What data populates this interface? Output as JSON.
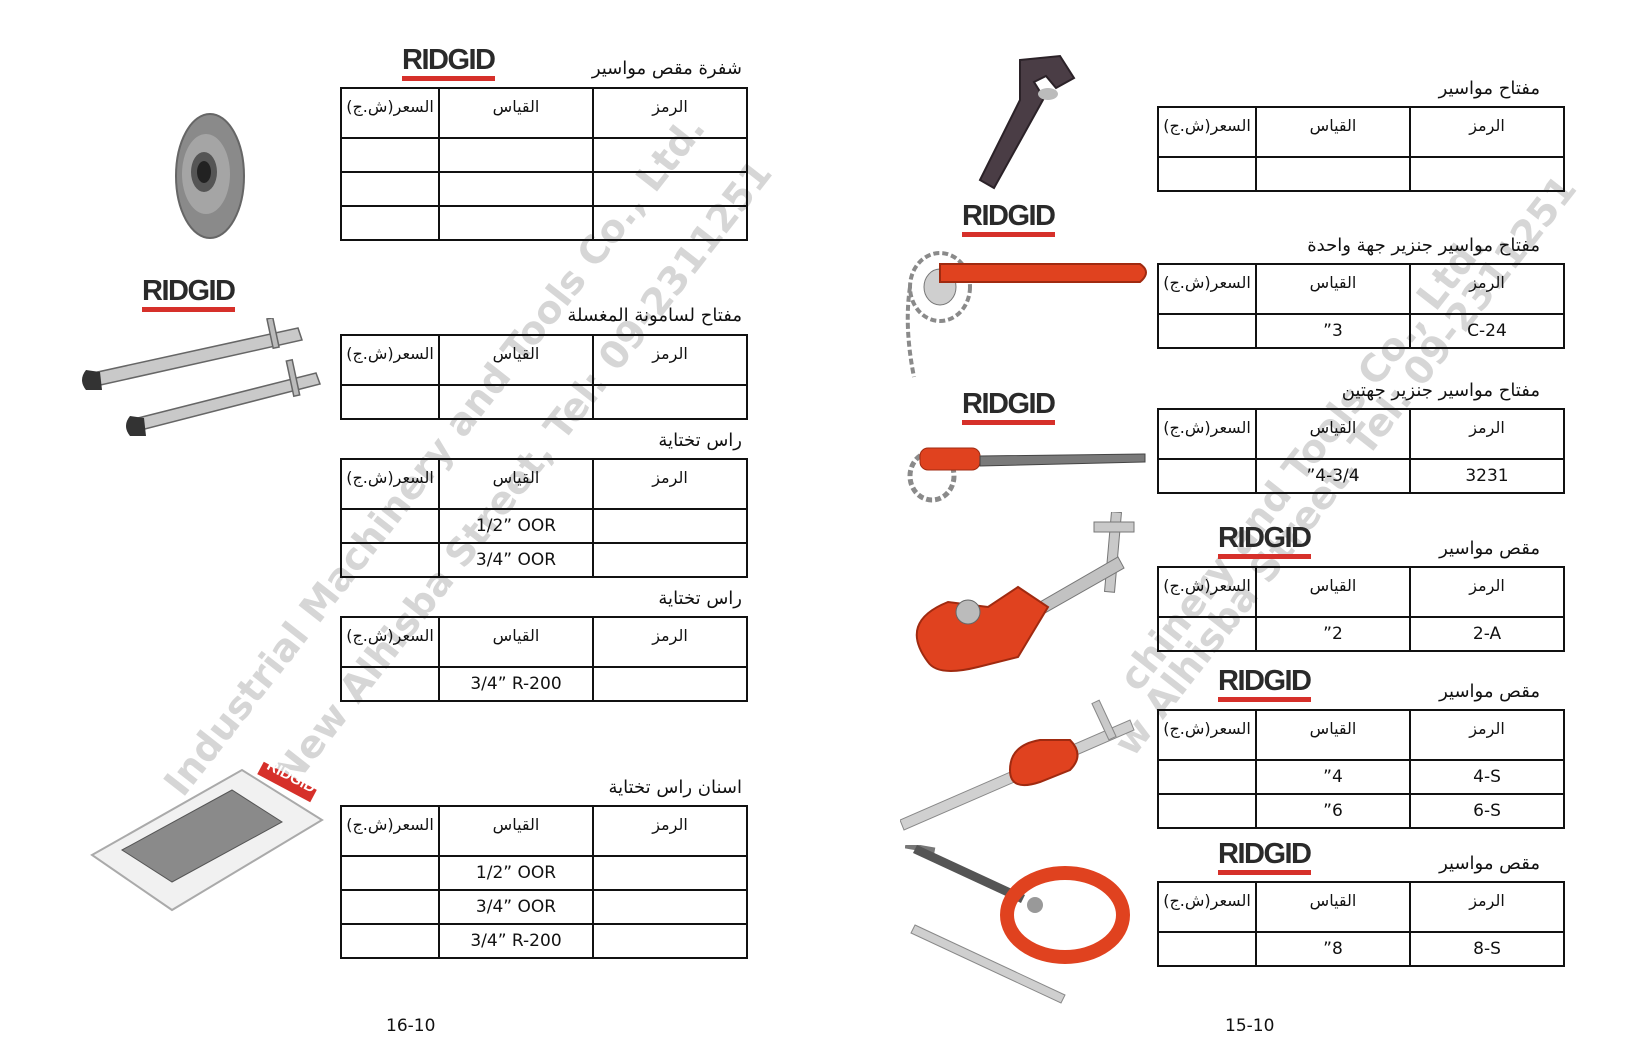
{
  "brand": "RIDGID",
  "headers": {
    "code": "الرمز",
    "size": "القياس",
    "price": "السعر(ش.ج)"
  },
  "left_page": {
    "page_number": "16-10",
    "sections": [
      {
        "title": "شفرة مقص مواسير",
        "rows": [
          [
            "",
            ""
          ],
          [
            "",
            ""
          ],
          [
            "",
            ""
          ]
        ]
      },
      {
        "title": "مفتاح لسامونة المغسلة",
        "rows": [
          [
            "",
            ""
          ]
        ]
      },
      {
        "title": "راس تختاية",
        "rows": [
          [
            "",
            "1/2” OOR"
          ],
          [
            "",
            "3/4” OOR"
          ]
        ]
      },
      {
        "title": "راس تختاية",
        "rows": [
          [
            "",
            "3/4” R-200"
          ]
        ]
      },
      {
        "title": "اسنان راس تختاية",
        "rows": [
          [
            "",
            "1/2” OOR"
          ],
          [
            "",
            "3/4” OOR"
          ],
          [
            "",
            "3/4” R-200"
          ]
        ]
      }
    ]
  },
  "right_page": {
    "page_number": "15-10",
    "sections": [
      {
        "title": "مفتاح مواسير",
        "rows": [
          [
            "",
            ""
          ]
        ]
      },
      {
        "title": "مفتاح مواسير جنزير جهة واحدة",
        "rows": [
          [
            "C-24",
            "3”"
          ]
        ]
      },
      {
        "title": "مفتاح مواسير جنزير جهتين",
        "rows": [
          [
            "3231",
            "4-3/4”"
          ]
        ]
      },
      {
        "title": "مقص مواسير",
        "rows": [
          [
            "2-A",
            "2”"
          ]
        ]
      },
      {
        "title": "مقص مواسير",
        "rows": [
          [
            "4-S",
            "4”"
          ],
          [
            "6-S",
            "6”"
          ]
        ]
      },
      {
        "title": "مقص مواسير",
        "rows": [
          [
            "8-S",
            "8”"
          ]
        ]
      }
    ]
  },
  "watermark": {
    "left_line1": "Industrial Machinery and Tools Co., Ltd.",
    "left_line2": "New Alhisba Street, Tel: 09-2311251",
    "right_line1": "chinery and Tools Co., Ltd.",
    "right_line2": "w Alhisba Street, Tel: 09-2311251"
  },
  "colors": {
    "brand_red": "#d6302a",
    "tool_red": "#e0421f",
    "steel": "#9a9a9a"
  }
}
